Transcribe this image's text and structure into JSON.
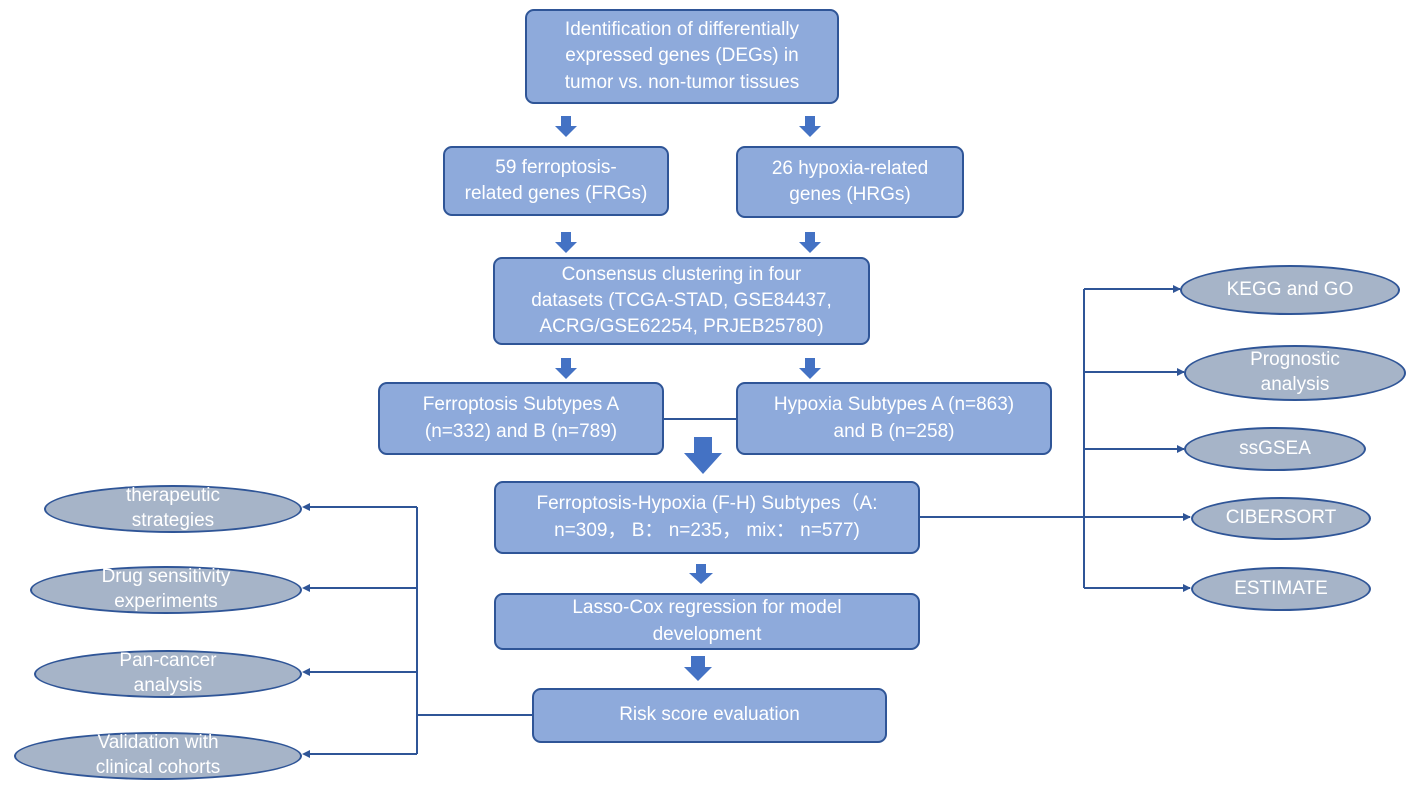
{
  "colors": {
    "box_fill": "#8eaadb",
    "box_border": "#2f5597",
    "oval_fill": "#a6b4c8",
    "arrow": "#4472c4",
    "connector": "#2f5597",
    "text": "#ffffff"
  },
  "nodes": {
    "identification": "Identification of differentially\nexpressed genes (DEGs) in\ntumor vs. non-tumor tissues",
    "frgs": "59 ferroptosis-\nrelated genes (FRGs)",
    "hrgs": "26 hypoxia-related\ngenes (HRGs)",
    "consensus": "Consensus clustering in four\ndatasets (TCGA-STAD, GSE84437,\nACRG/GSE62254, PRJEB25780)",
    "ferroptosis_subtypes": "Ferroptosis Subtypes A\n(n=332) and B (n=789)",
    "hypoxia_subtypes": "Hypoxia Subtypes A (n=863)\nand B (n=258)",
    "fh_subtypes": "Ferroptosis-Hypoxia (F-H) Subtypes（A:\nn=309， B： n=235， mix： n=577)",
    "lasso": "Lasso-Cox regression for model\ndevelopment",
    "risk_score": "Risk score evaluation"
  },
  "right_outputs": [
    "KEGG and GO",
    "Prognostic\nanalysis",
    "ssGSEA",
    "CIBERSORT",
    "ESTIMATE"
  ],
  "left_outputs": [
    "therapeutic\nstrategies",
    "Drug sensitivity\nexperiments",
    "Pan-cancer\nanalysis",
    "Validation with\nclinical cohorts"
  ]
}
